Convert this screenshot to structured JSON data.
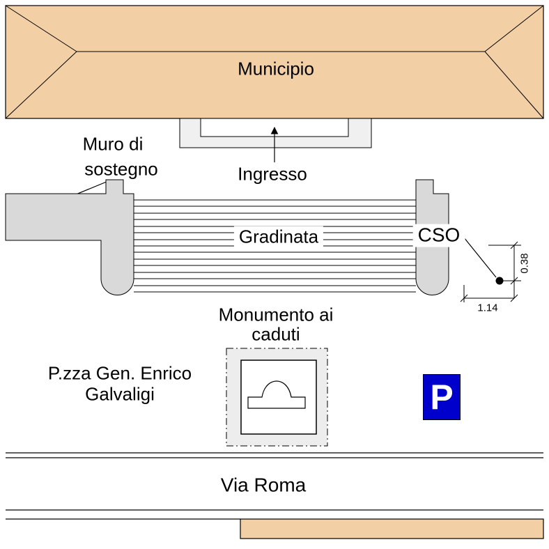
{
  "map": {
    "building": {
      "label": "Municipio"
    },
    "retaining_wall": {
      "line1": "Muro di",
      "line2": "sostegno"
    },
    "entrance": {
      "label": "Ingresso"
    },
    "stairs": {
      "label": "Gradinata"
    },
    "survey": {
      "label": "CSO",
      "dim_vertical": "0.38",
      "dim_horizontal": "1.14"
    },
    "monument": {
      "line1": "Monumento ai",
      "line2": "caduti"
    },
    "square": {
      "line1": "P.zza Gen. Enrico",
      "line2": "Galvaligi"
    },
    "street": {
      "label": "Via Roma"
    },
    "parking": {
      "label": "P"
    },
    "colors": {
      "building_fill": "#f2cfa5",
      "wall_fill": "#d9d9d9",
      "entrance_fill": "#f0f0f0",
      "monument_pad_fill": "#ededed",
      "parking_blue": "#0000cc",
      "line": "#000000"
    }
  }
}
